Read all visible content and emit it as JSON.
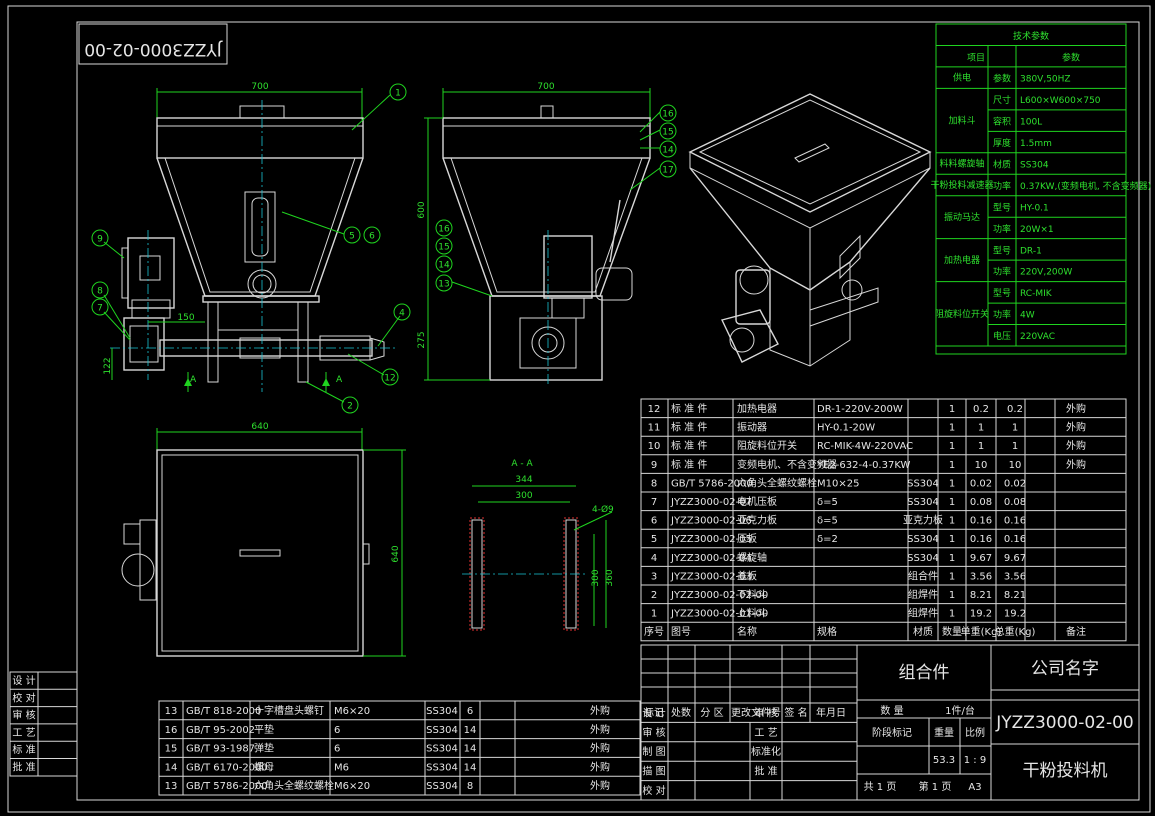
{
  "title_top": "JYZZ3000-02-00",
  "dims": {
    "front_width": "700",
    "side_width": "700",
    "side_height": "600",
    "side_base": "275",
    "shaft_offset": "150",
    "shaft_h": "122",
    "plan_width": "640",
    "plan_height": "640",
    "sec_title": "A - A",
    "sec_344": "344",
    "sec_300": "300",
    "sec_300v": "300",
    "sec_360v": "360",
    "sec_hole": "4-Ø9",
    "mark_a": "A"
  },
  "balloons_front": [
    "1",
    "5",
    "6",
    "9",
    "8",
    "7",
    "4",
    "12",
    "2"
  ],
  "balloons_side": [
    "16",
    "15",
    "14",
    "17",
    "16",
    "15",
    "14",
    "13"
  ],
  "tech": {
    "title": "技术参数",
    "head_item": "项目",
    "head_param": "参数",
    "rows": [
      {
        "group": "供电",
        "key": "参数",
        "val": "380V,50HZ"
      },
      {
        "group": "加料斗",
        "key": "尺寸",
        "val": "L600×W600×750"
      },
      {
        "group": "",
        "key": "容积",
        "val": "100L"
      },
      {
        "group": "",
        "key": "厚度",
        "val": "1.5mm"
      },
      {
        "group": "料料螺旋轴",
        "key": "材质",
        "val": "SS304"
      },
      {
        "group": "干粉投料减速器",
        "key": "功率",
        "val": "0.37KW,(变频电机, 不含变频器)"
      },
      {
        "group": "振动马达",
        "key": "型号",
        "val": "HY-0.1"
      },
      {
        "group": "",
        "key": "功率",
        "val": "20W×1"
      },
      {
        "group": "加热电器",
        "key": "型号",
        "val": "DR-1"
      },
      {
        "group": "",
        "key": "功率",
        "val": "220V,200W"
      },
      {
        "group": "阻旋料位开关",
        "key": "型号",
        "val": "RC-MIK"
      },
      {
        "group": "",
        "key": "功率",
        "val": "4W"
      },
      {
        "group": "",
        "key": "电压",
        "val": "220VAC"
      }
    ]
  },
  "bom": [
    {
      "n": "12",
      "code": "标 准 件",
      "name": "加热电器",
      "spec": "DR-1-220V-200W",
      "mat": "",
      "qty": "1",
      "u": "0.2",
      "t": "0.2",
      "note": "外购"
    },
    {
      "n": "11",
      "code": "标 准 件",
      "name": "振动器",
      "spec": "HY-0.1-20W",
      "mat": "",
      "qty": "1",
      "u": "1",
      "t": "1",
      "note": "外购"
    },
    {
      "n": "10",
      "code": "标 准 件",
      "name": "阻旋料位开关",
      "spec": "RC-MIK-4W-220VAC",
      "mat": "",
      "qty": "1",
      "u": "1",
      "t": "1",
      "note": "外购"
    },
    {
      "n": "9",
      "code": "标 准 件",
      "name": "变频电机、不含变频器",
      "spec": "YE2-632-4-0.37KW",
      "mat": "",
      "qty": "1",
      "u": "10",
      "t": "10",
      "note": "外购"
    },
    {
      "n": "8",
      "code": "GB/T 5786-2000",
      "name": "六角头全螺纹螺栓",
      "spec": "M10×25",
      "mat": "SS304",
      "qty": "1",
      "u": "0.02",
      "t": "0.02",
      "note": ""
    },
    {
      "n": "7",
      "code": "JYZZ3000-02-07",
      "name": "电机压板",
      "spec": "δ=5",
      "mat": "SS304",
      "qty": "1",
      "u": "0.08",
      "t": "0.08",
      "note": ""
    },
    {
      "n": "6",
      "code": "JYZZ3000-02-06",
      "name": "亚克力板",
      "spec": "δ=5",
      "mat": "亚克力板",
      "qty": "1",
      "u": "0.16",
      "t": "0.16",
      "note": ""
    },
    {
      "n": "5",
      "code": "JYZZ3000-02-05",
      "name": "压板",
      "spec": "δ=2",
      "mat": "SS304",
      "qty": "1",
      "u": "0.16",
      "t": "0.16",
      "note": ""
    },
    {
      "n": "4",
      "code": "JYZZ3000-02-04",
      "name": "螺旋轴",
      "spec": "",
      "mat": "SS304",
      "qty": "1",
      "u": "9.67",
      "t": "9.67",
      "note": ""
    },
    {
      "n": "3",
      "code": "JYZZ3000-02-03",
      "name": "盖板",
      "spec": "",
      "mat": "组合件",
      "qty": "1",
      "u": "3.56",
      "t": "3.56",
      "note": ""
    },
    {
      "n": "2",
      "code": "JYZZ3000-02-02-00",
      "name": "下料斗",
      "spec": "",
      "mat": "组焊件",
      "qty": "1",
      "u": "8.21",
      "t": "8.21",
      "note": ""
    },
    {
      "n": "1",
      "code": "JYZZ3000-02-01-00",
      "name": "上料斗",
      "spec": "",
      "mat": "组焊件",
      "qty": "1",
      "u": "19.2",
      "t": "19.2",
      "note": ""
    }
  ],
  "bom_head": {
    "n": "序号",
    "code": "图号",
    "name": "名称",
    "spec": "规格",
    "mat": "材质",
    "qty": "数量",
    "u": "单重(Kg)",
    "t": "总重(Kg)",
    "note": "备注"
  },
  "title_block": {
    "assembly": "组合件",
    "company": "公司名字",
    "drawing_no": "JYZZ3000-02-00",
    "product": "干粉投料机",
    "qty_label": "数  量",
    "qty_val": "1件/台",
    "stage": "阶段标记",
    "weight": "重量",
    "scale": "比例",
    "weight_val": "53.3",
    "scale_val": "1 : 9",
    "sheets": "共 1 页",
    "sheet": "第 1 页",
    "size": "A3",
    "rev_heads": [
      "标记",
      "处数",
      "分 区",
      "更改文件号",
      "签 名",
      "年月日"
    ],
    "roles_l": [
      "设 计",
      "审 核",
      "制 图",
      "描 图",
      "校 对"
    ],
    "roles_r": [
      "审 核",
      "工 艺",
      "标准化",
      "批 准"
    ]
  },
  "left_stamp": [
    "设 计",
    "校 对",
    "审 核",
    "工 艺",
    "标 准",
    "批 准"
  ],
  "parts_lower": [
    {
      "n": "13",
      "code": "GB/T 818-2000",
      "name": "十字槽盘头螺钉",
      "spec": "M6×20",
      "mat": "SS304",
      "qty": "6",
      "note": "外购"
    },
    {
      "n": "16",
      "code": "GB/T 95-2002",
      "name": "平垫",
      "spec": "6",
      "mat": "SS304",
      "qty": "14",
      "note": "外购"
    },
    {
      "n": "15",
      "code": "GB/T 93-1987",
      "name": "弹垫",
      "spec": "6",
      "mat": "SS304",
      "qty": "14",
      "note": "外购"
    },
    {
      "n": "14",
      "code": "GB/T 6170-2000",
      "name": "螺母",
      "spec": "M6",
      "mat": "SS304",
      "qty": "14",
      "note": "外购"
    },
    {
      "n": "13",
      "code": "GB/T 5786-2000",
      "name": "六角头全螺纹螺栓",
      "spec": "M6×20",
      "mat": "SS304",
      "qty": "8",
      "note": "外购"
    }
  ]
}
